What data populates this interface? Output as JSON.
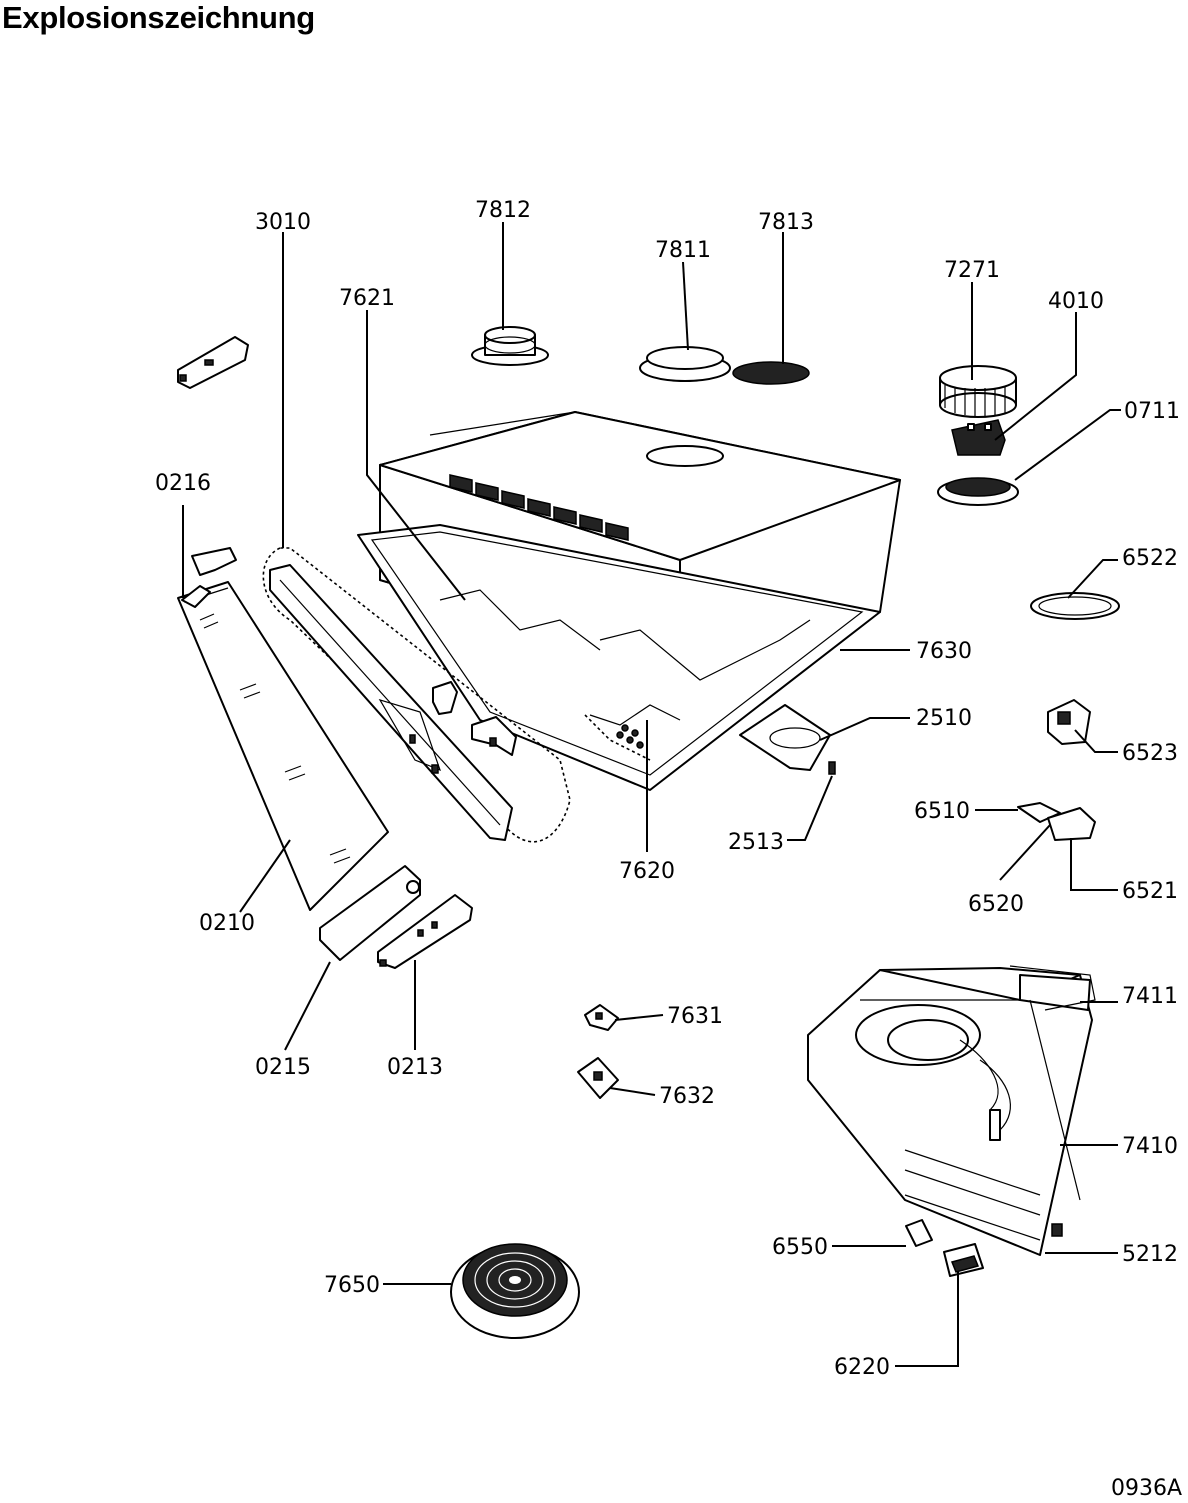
{
  "title": "Explosionszeichnung",
  "doc_code": "0936A",
  "part_labels": {
    "p3010": "3010",
    "p7812": "7812",
    "p7811": "7811",
    "p7813": "7813",
    "p7271": "7271",
    "p4010": "4010",
    "p0711": "0711",
    "p7621": "7621",
    "p0216": "0216",
    "p6522": "6522",
    "p7630": "7630",
    "p2510": "2510",
    "p6523": "6523",
    "p6510": "6510",
    "p2513": "2513",
    "p7620": "7620",
    "p6521": "6521",
    "p6520": "6520",
    "p0210": "0210",
    "p7411": "7411",
    "p7631": "7631",
    "p7632": "7632",
    "p0215": "0215",
    "p0213": "0213",
    "p7410": "7410",
    "p6550": "6550",
    "p5212": "5212",
    "p7650": "7650",
    "p6220": "6220"
  }
}
